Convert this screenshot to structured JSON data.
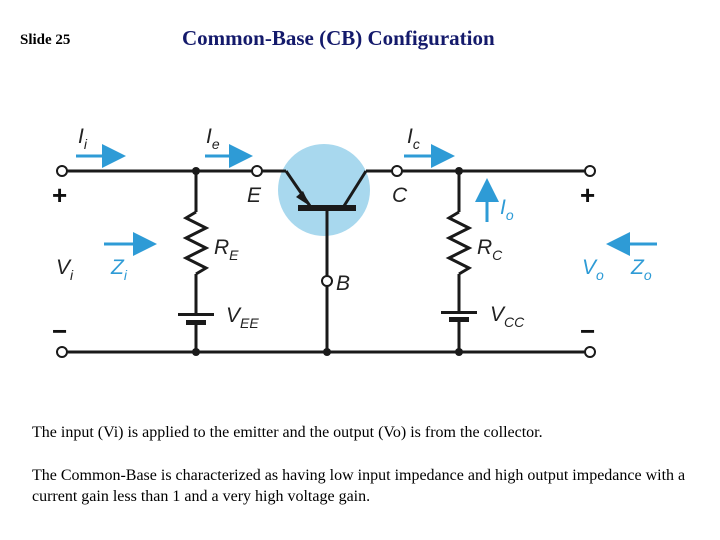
{
  "slide_label": "Slide 25",
  "title": "Common-Base (CB) Configuration",
  "circuit": {
    "input_current": {
      "main": "I",
      "sub": "i"
    },
    "emitter_current": {
      "main": "I",
      "sub": "e"
    },
    "collector_current": {
      "main": "I",
      "sub": "c"
    },
    "output_current": {
      "main": "I",
      "sub": "o"
    },
    "emitter_label": "E",
    "collector_label": "C",
    "base_label": "B",
    "emitter_resistor": {
      "main": "R",
      "sub": "E"
    },
    "collector_resistor": {
      "main": "R",
      "sub": "C"
    },
    "emitter_supply": {
      "main": "V",
      "sub": "EE"
    },
    "collector_supply": {
      "main": "V",
      "sub": "CC"
    },
    "input_voltage": {
      "main": "V",
      "sub": "i"
    },
    "input_impedance": {
      "main": "Z",
      "sub": "i"
    },
    "output_voltage": {
      "main": "V",
      "sub": "o"
    },
    "output_impedance": {
      "main": "Z",
      "sub": "o"
    },
    "plus_sign": "+",
    "minus_sign": "−"
  },
  "paragraph_1": "The input (Vi) is applied to the emitter and the output (Vo) is from the collector.",
  "paragraph_2": "The Common-Base is characterized as having low input impedance and high output impedance with a current gain less than 1 and a very high voltage gain.",
  "colors": {
    "title": "#141a6b",
    "accent": "#2e9bd6",
    "transistor_circle": "#a8d8ee",
    "wire": "#1a1a1a"
  }
}
